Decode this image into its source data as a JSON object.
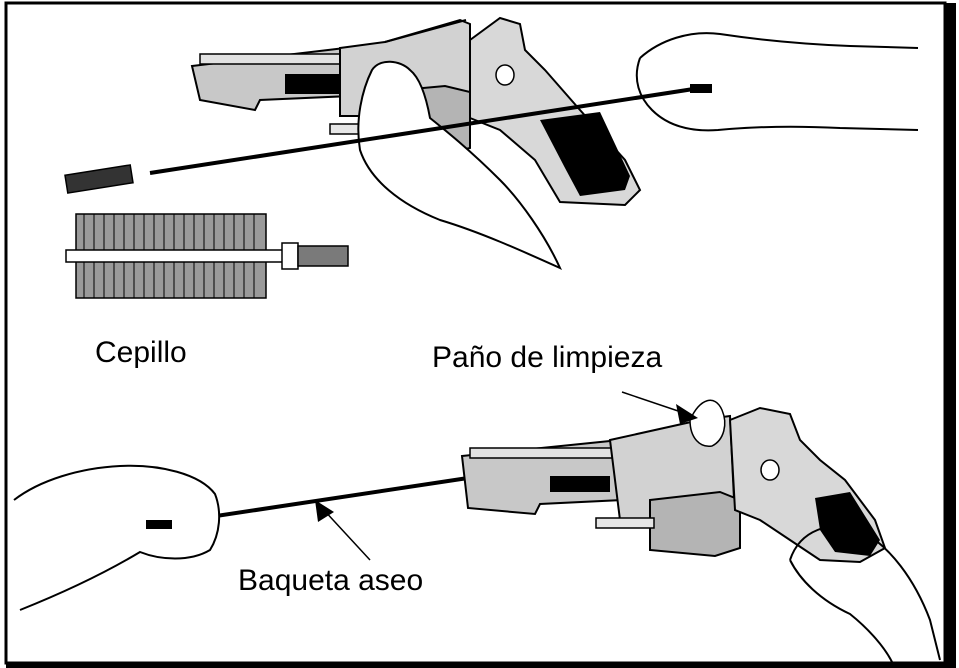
{
  "labels": {
    "brush": "Cepillo",
    "cleaning_cloth": "Paño de limpieza",
    "cleaning_rod": "Baqueta aseo"
  },
  "colors": {
    "ink": "#000000",
    "metal_light": "#d8d8d8",
    "metal_mid": "#b4b4b4",
    "metal_dark": "#8c8c8c",
    "grip_wood": "#c8c8c8",
    "grip_panel": "#000000",
    "background": "#ffffff"
  }
}
